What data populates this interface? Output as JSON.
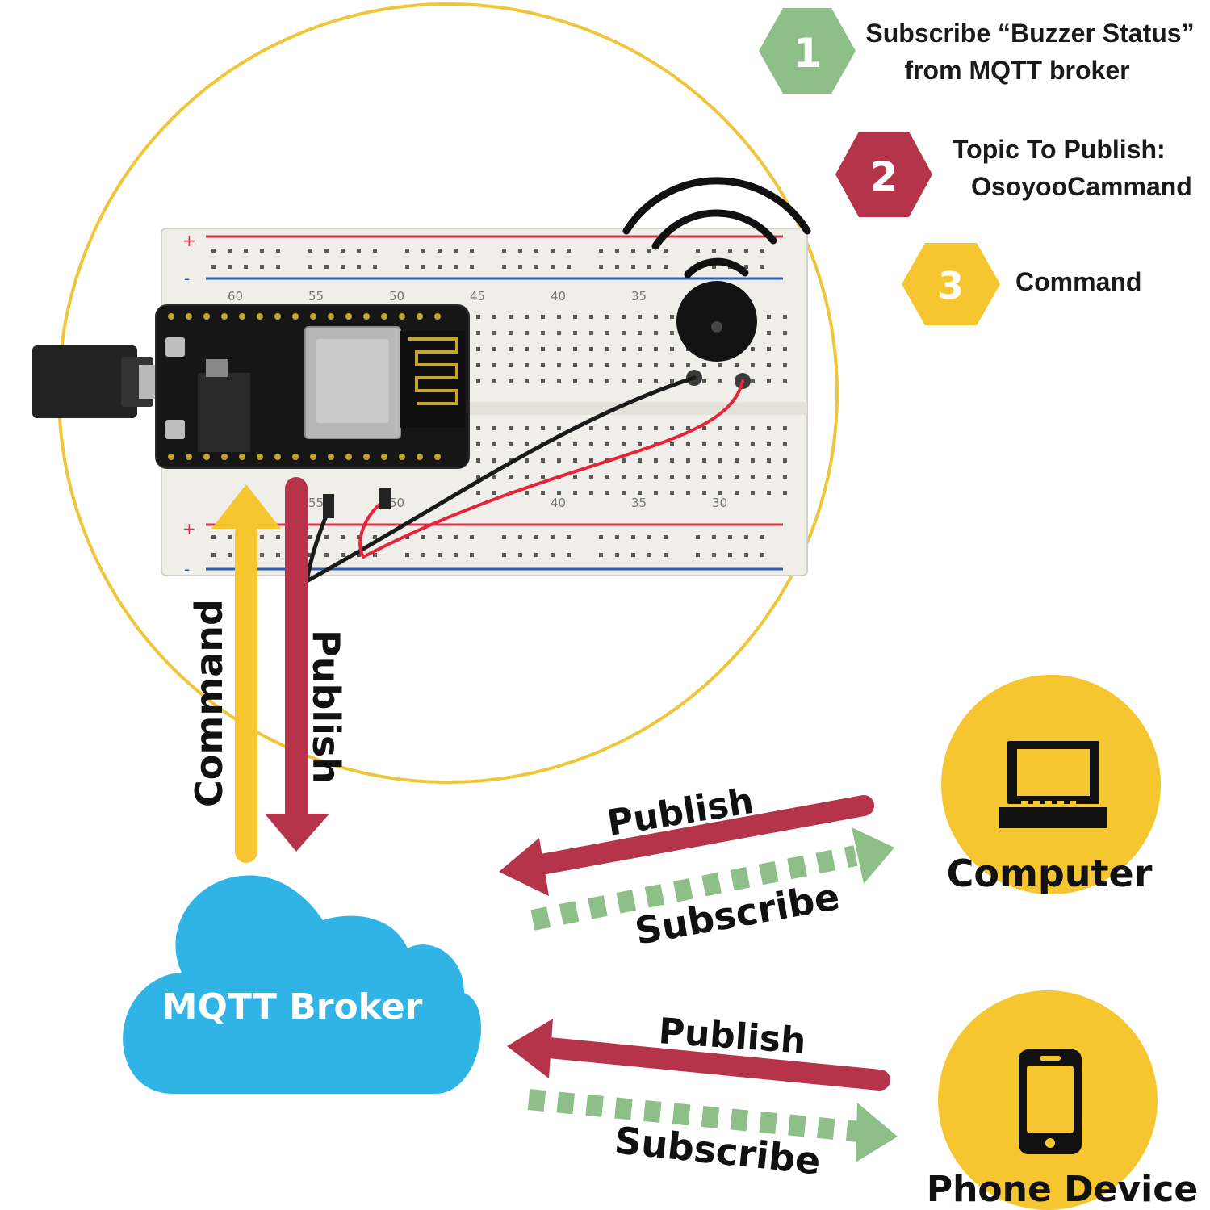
{
  "legend": [
    {
      "number": "1",
      "line1": "Subscribe “Buzzer Status”",
      "line2": "from MQTT broker",
      "color": "#8fbf88"
    },
    {
      "number": "2",
      "line1": "Topic To Publish:",
      "line2": "OsoyooCammand",
      "color": "#b5344a"
    },
    {
      "number": "3",
      "line1": "Command",
      "line2": "",
      "color": "#f6c631"
    }
  ],
  "circuit": {
    "vertical_arrows": {
      "command": "Command",
      "publish": "Publish"
    },
    "breadboard_numbers_top": [
      "60",
      "55",
      "50",
      "45",
      "40",
      "35"
    ],
    "breadboard_numbers_bottom": [
      "55",
      "50",
      "40",
      "35",
      "30"
    ]
  },
  "broker": {
    "label": "MQTT Broker",
    "color": "#30b4e6"
  },
  "devices": [
    {
      "label": "Computer",
      "icon": "laptop-icon",
      "publish": "Publish",
      "subscribe": "Subscribe"
    },
    {
      "label": "Phone Device",
      "icon": "phone-icon",
      "publish": "Publish",
      "subscribe": "Subscribe"
    }
  ],
  "colors": {
    "publish": "#b5344a",
    "subscribe": "#8fbf88",
    "command": "#f6c631",
    "ring": "#f0c53a"
  }
}
